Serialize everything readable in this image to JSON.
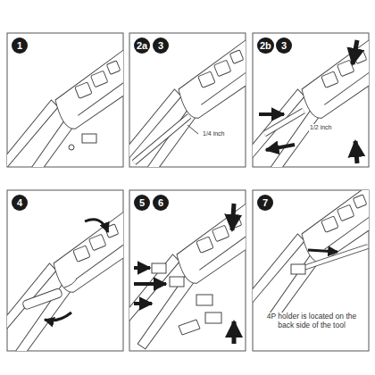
{
  "diagram": {
    "nodes": [
      {
        "text": [
          "1"
        ]
      },
      {
        "text": [
          "2a"
        ]
      },
      {
        "text": [
          "3"
        ]
      },
      {
        "text": [
          "2b"
        ]
      },
      {
        "text": [
          "3"
        ]
      },
      {
        "text": [
          "4"
        ]
      },
      {
        "text": [
          "5"
        ]
      },
      {
        "text": [
          "6"
        ]
      },
      {
        "text": [
          "7"
        ]
      }
    ],
    "labels": [
      "1/4 inch",
      "1/2 inch",
      "4P holder is located on the back side of the tool"
    ]
  }
}
